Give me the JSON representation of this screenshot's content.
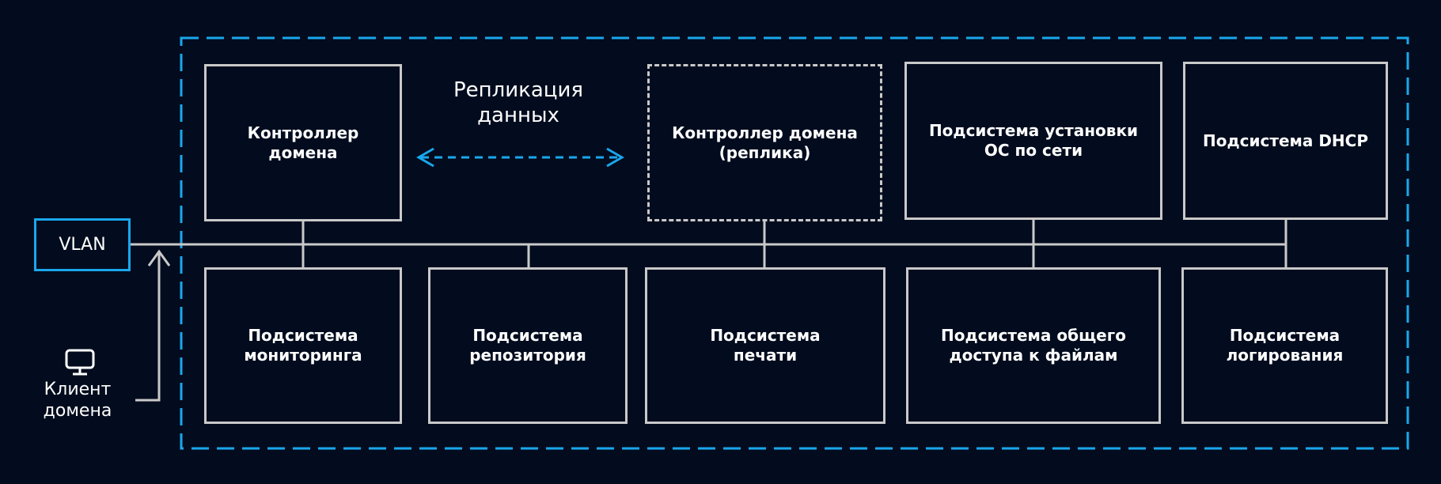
{
  "colors": {
    "background": "#020c1e",
    "accent": "#1aa7ec",
    "box_border": "#c9c9c9",
    "text": "#ffffff"
  },
  "vlan": {
    "label": "VLAN"
  },
  "replication": {
    "label": "Репликация\nданных"
  },
  "client": {
    "label": "Клиент\nдомена",
    "icon": "monitor-icon"
  },
  "top_row": [
    {
      "label": "Контроллер\nдомена"
    },
    {
      "label": "Контроллер домена\n(реплика)"
    },
    {
      "label": "Подсистема установки\nОС по сети"
    },
    {
      "label": "Подсистема DHCP"
    }
  ],
  "bottom_row": [
    {
      "label": "Подсистема\nмониторинга"
    },
    {
      "label": "Подсистема\nрепозитория"
    },
    {
      "label": "Подсистема\nпечати"
    },
    {
      "label": "Подсистема общего\nдоступа к файлам"
    },
    {
      "label": "Подсистема\nлогирования"
    }
  ]
}
